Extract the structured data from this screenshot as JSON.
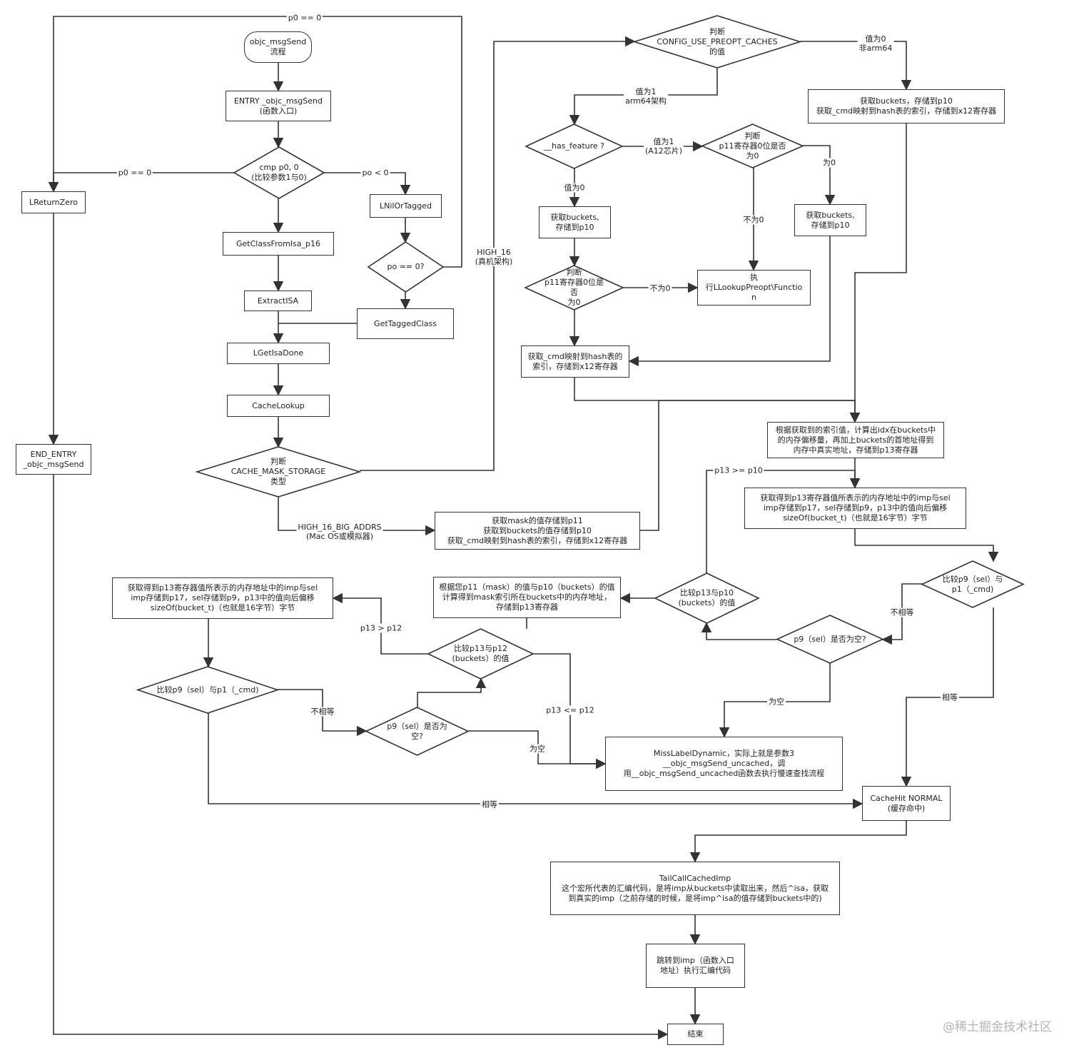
{
  "nodes": {
    "start": "objc_msgSend\n流程",
    "entry": "ENTRY _objc_msgSend\n(函数入口)",
    "cmp": "cmp p0, 0\n(比较参数1与0)",
    "lreturnzero": "LReturnZero",
    "endentry": "END_ENTRY\n_objc_msgSend",
    "lnilortagged": "LNilOrTagged",
    "po0": "po == 0?",
    "gettaggedclass": "GetTaggedClass",
    "getclassfromisa": "GetClassFromIsa_p16",
    "extractisa": "ExtractISA",
    "lgetisadone": "LGetIsaDone",
    "cachelookup": "CacheLookup",
    "cachemask": "判断\nCACHE_MASK_STORAGE\n类型",
    "getmask": "获取mask的值存储到p11\n获取到buckets的值存储到p10\n获取_cmd映射到hash表的索引，存储到x12寄存器",
    "preopt": "判断CONFIG_USE_PREOPT_CACHES\n的值",
    "getbuckets_nonarm": "获取buckets，存储到p10\n获取_cmd映射到hash表的索引，存储到x12寄存器",
    "hasfeature": "__has_feature ?",
    "p11bit_a12": "判断\np11寄存器0位是否\n为0",
    "getbuckets_a": "获取buckets,\n存储到p10",
    "getbuckets_b": "获取buckets,\n存储到p10",
    "p11bit": "判断\np11寄存器0位是否\n为0",
    "exec_preopt": "执\n行LLookupPreopt\\Functio\nn",
    "getcmdidx": "获取_cmd映射到hash表的\n索引，存储到x12寄存器",
    "calcaddr": "根据获取到的索引值，计算出idx在buckets中\n的内存偏移量，再加上buckets的首地址得到\n内存中真实地址，存储到p13寄存器",
    "getimpsel_right": "获取得到p13寄存器值所表示的内存地址中的imp与sel\nimp存储到p17，sel存储到p9，p13中的值向后偏移\nsizeOf(bucket_t)（也就是16字节）字节",
    "cmpsel_right": "比较p9（sel）与p1（_cmd)",
    "selnull_right": "p9（sel）是否为空?",
    "cmp_p13_p10": "比较p13与p10\n(buckets）的值",
    "calcmask": "根据您p11（mask）的值与p10（buckets）的值\n计算得到mask索引所在buckets中的内存地址，\n存储到p13寄存器",
    "getimpsel_left": "获取得到p13寄存器值所表示的内存地址中的imp与sel\nimp存储到p17，sel存储到p9，p13中的值向后偏移\nsizeOf(bucket_t)（也就是16字节）字节",
    "cmpsel_left": "比较p9（sel）与p1（_cmd)",
    "selnull_left": "p9（sel）是否为空?",
    "cmp_p13_p12": "比较p13与p12\n(buckets）的值",
    "missdynamic": "MissLabelDynamic，实际上就是参数3\n__objc_msgSend_uncached，调\n用__objc_msgSend_uncached函数去执行慢速查找流程",
    "cachehit": "CacheHit NORMAL\n(缓存命中)",
    "tailcall": "TailCallCachedImp\n这个宏所代表的汇编代码，是将imp从buckets中读取出来，然后^isa，获取\n到真实的imp（之前存储的时候，是将imp^isa的值存储到buckets中的)",
    "jumpimp": "跳转到imp（函数入口\n地址）执行汇编代码",
    "end": "结束"
  },
  "edge_labels": {
    "p0eq0_top": "p0 == 0",
    "p0eq0_left": "p0 == 0",
    "polt0": "po < 0",
    "high16": "HIGH_16\n(真机架构)",
    "high16big": "HIGH_16_BIG_ADDRS\n(Mac OS或模拟器)",
    "val0_non_arm64": "值为0\n非arm64",
    "val1_arm64": "值为1\narm64架构",
    "val1_a12": "值为1\n(A12芯片)",
    "val0_feature": "值为0",
    "is0": "为0",
    "not0_a": "不为0",
    "not0_b": "不为0",
    "p13_ge_p10": "p13 >= p10",
    "neq_right": "不相等",
    "eq_right": "相等",
    "null_right": "为空",
    "p13_gt_p12": "p13 > p12",
    "p13_le_p12": "p13 <= p12",
    "neq_left": "不相等",
    "null_left": "为空",
    "eq_left": "相等"
  },
  "watermark": "@稀土掘金技术社区"
}
